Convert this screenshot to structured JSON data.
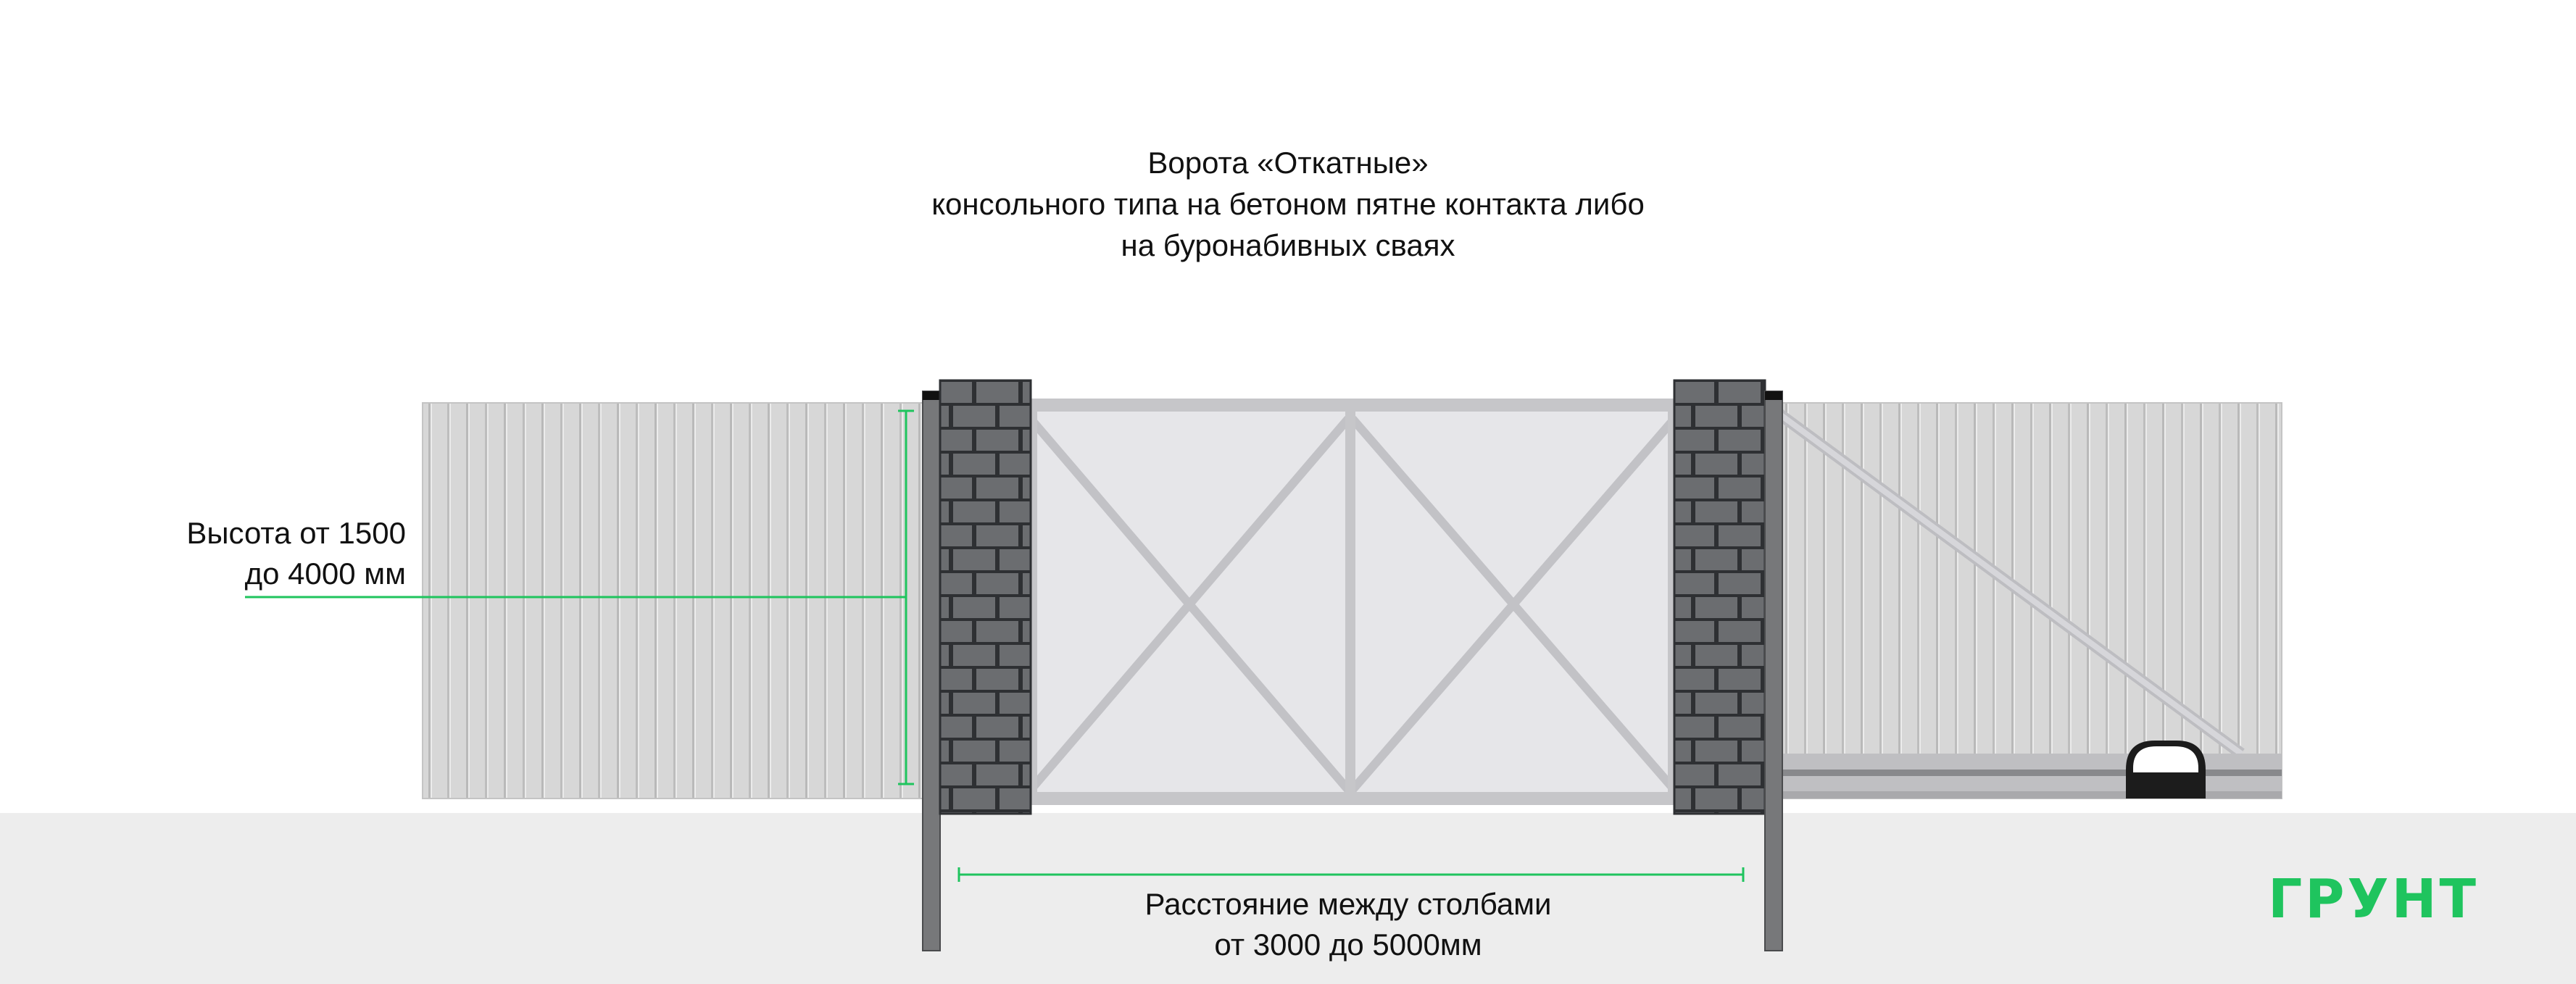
{
  "title": {
    "line1": "Ворота «Откатные»",
    "line2": "консольного типа на бетоном пятне контакта либо",
    "line3": "на буронабивных сваях"
  },
  "height_label": {
    "line1": "Высота от 1500",
    "line2": "до 4000 мм"
  },
  "distance_label": {
    "line1": "Расстояние между столбами",
    "line2": "от 3000 до 5000мм"
  },
  "ground_label": "ГРУНТ",
  "colors": {
    "accent": "#1fc45e",
    "brick": "#6b6d70",
    "brick_mortar": "#2e3033",
    "fence": "#d6d6d6",
    "gate_panel": "#e6e6e9",
    "gate_frame": "#c6c6c9",
    "ground": "#ededed",
    "post": "#77787a"
  }
}
